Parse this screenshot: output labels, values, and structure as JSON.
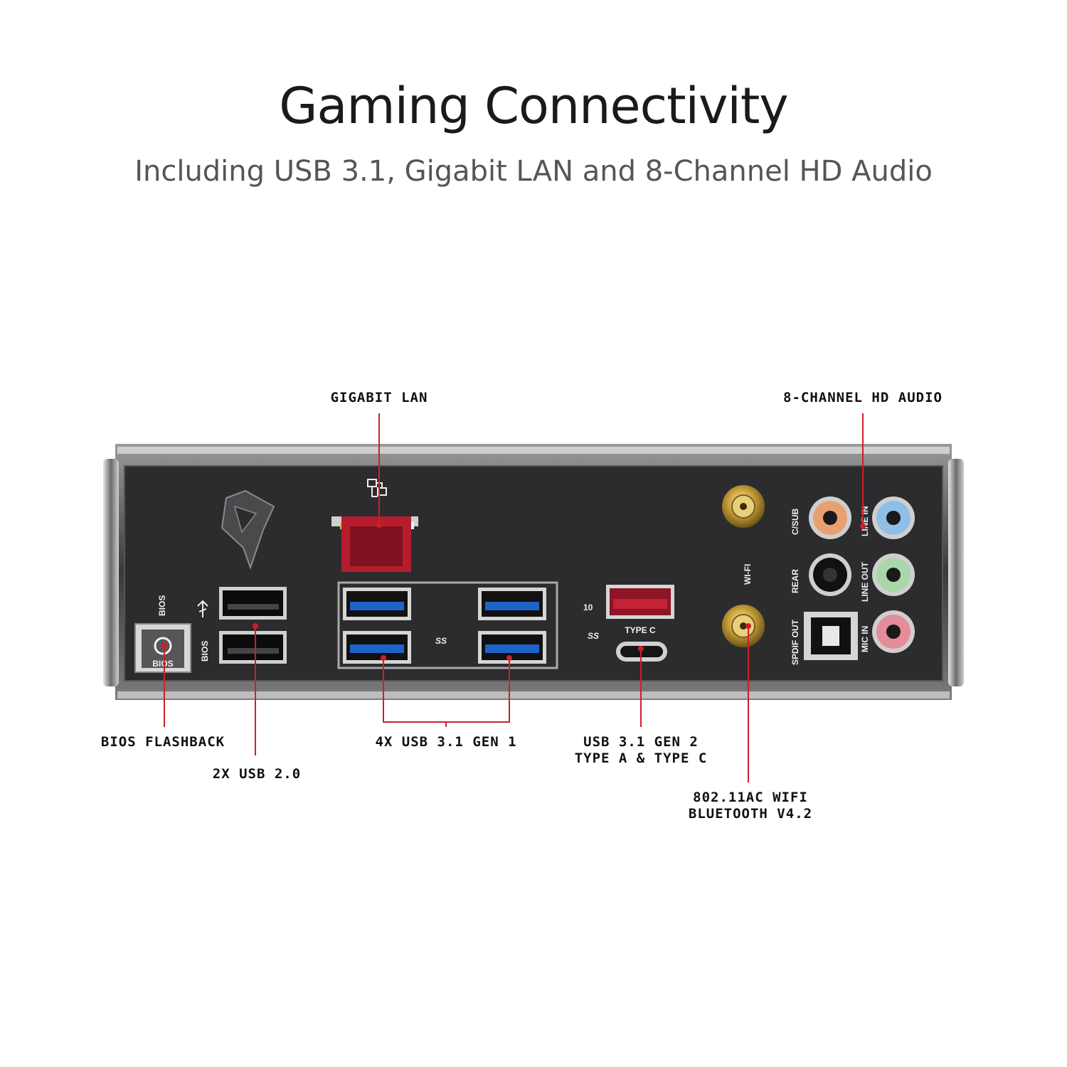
{
  "header": {
    "title": "Gaming Connectivity",
    "subtitle": "Including USB 3.1, Gigabit LAN and 8-Channel HD Audio"
  },
  "callouts": {
    "gigabit_lan": "GIGABIT LAN",
    "hd_audio": "8-CHANNEL HD AUDIO",
    "bios_flashback": "BIOS FLASHBACK",
    "usb20": "2X USB 2.0",
    "usb31_gen1": "4X USB 3.1 GEN 1",
    "usb31_gen2_line1": "USB 3.1 GEN 2",
    "usb31_gen2_line2": "TYPE A & TYPE C",
    "wifi_line1": "802.11AC WIFI",
    "wifi_line2": "BLUETOOTH V4.2"
  },
  "panel_labels": {
    "bios_top": "BIOS",
    "bios_side": "BIOS",
    "bios_button": "BIOS",
    "type_c": "TYPE C",
    "wifi": "WI-FI",
    "c_sub": "C/SUB",
    "rear": "REAR",
    "spdif_out": "SPDIF OUT",
    "line_in": "LINE IN",
    "line_out": "LINE OUT",
    "mic_in": "MIC IN",
    "ss_label": "SS",
    "ss10_label": "SS",
    "ss10_sup": "10"
  },
  "colors": {
    "leader_line": "#cc1f2a",
    "usb30_blue": "#1e63c8",
    "usb31_red": "#c42235",
    "lan_red": "#b51d2e",
    "audio_orange": "#e9a071",
    "audio_blue": "#8fbfe6",
    "audio_green": "#a9d7a9",
    "audio_pink": "#e58c9a",
    "audio_black": "#111111"
  },
  "icons": [
    "rog-logo-icon",
    "network-icon",
    "usb-icon",
    "superspeed-icon",
    "superspeed-10-icon",
    "bios-refresh-icon"
  ]
}
